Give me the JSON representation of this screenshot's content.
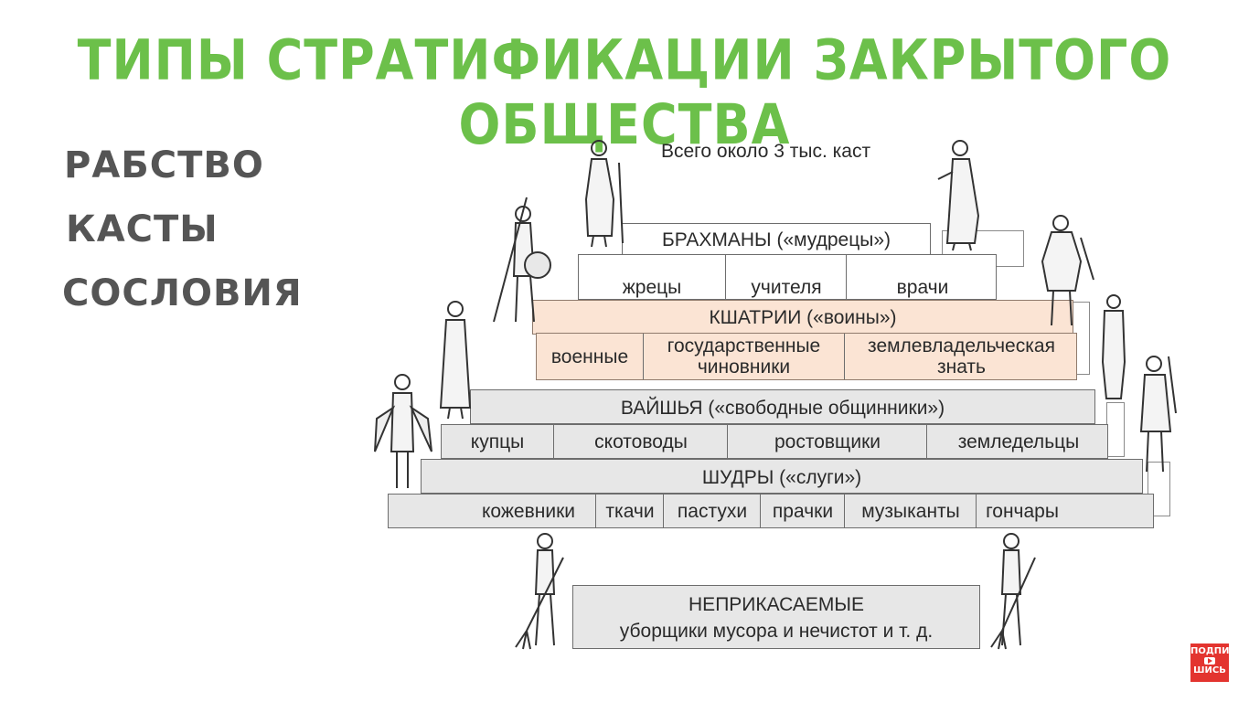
{
  "title": "ТИПЫ СТРАТИФИКАЦИИ ЗАКРЫТОГО ОБЩЕСТВА",
  "types": [
    "РАБСТВО",
    "КАСТЫ",
    "СОСЛОВИЯ"
  ],
  "pyramid": {
    "caption": "Всего около 3 тыс. каст",
    "brahmins": {
      "title": "БРАХМАНЫ («мудрецы»)",
      "items": [
        "жрецы",
        "учителя",
        "врачи"
      ]
    },
    "kshatriyas": {
      "title": "КШАТРИИ («воины»)",
      "items": [
        "военные",
        "государственные чиновники",
        "землевладельческая знать"
      ]
    },
    "vaishyas": {
      "title": "ВАЙШЬЯ («свободные общинники»)",
      "items": [
        "купцы",
        "скотоводы",
        "ростовщики",
        "земледельцы"
      ]
    },
    "shudras": {
      "title": "ШУДРЫ («слуги»)",
      "items": [
        "кожевники",
        "ткачи",
        "пастухи",
        "прачки",
        "музыканты",
        "гончары"
      ]
    },
    "untouchables": {
      "title": "НЕПРИКАСАЕМЫЕ",
      "subtitle": "уборщики мусора и нечистот и т. д."
    }
  },
  "subscribe_badge": {
    "line1": "ПОДПИ",
    "line2": "ШИСЬ"
  },
  "colors": {
    "title": "#6cc04a",
    "kshatriya_fill": "#fbe4d4",
    "level_fill": "#e7e7e7"
  }
}
